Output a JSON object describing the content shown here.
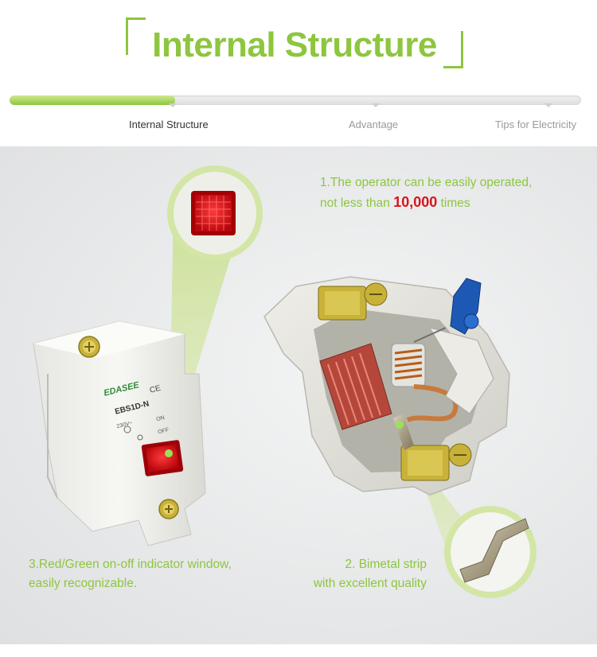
{
  "header": {
    "title": "Internal Structure",
    "accent_color": "#8dc63f",
    "progress": 0.29,
    "steps": [
      {
        "label": "Internal Structure",
        "active": true
      },
      {
        "label": "Advantage",
        "active": false
      },
      {
        "label": "Tips for Electricity",
        "active": false
      }
    ]
  },
  "device": {
    "brand": "EDASEE",
    "model": "EBS1D-N",
    "ce_mark": "CE",
    "voltage": "230V~",
    "on_label": "ON",
    "off_label": "OFF"
  },
  "captions": {
    "operator_line1": "1.The operator can be easily operated,",
    "operator_line2_prefix": "not less than ",
    "operator_highlight": "10,000",
    "operator_line2_suffix": " times",
    "bimetal_line1": "2. Bimetal strip",
    "bimetal_line2": "with excellent quality",
    "indicator_line1": "3.Red/Green on-off indicator window,",
    "indicator_line2": "easily recognizable."
  },
  "colors": {
    "indicator_red": "#d8141b",
    "panel_gray": "#e7e8e9",
    "callout_green": "#d3e6a6"
  }
}
